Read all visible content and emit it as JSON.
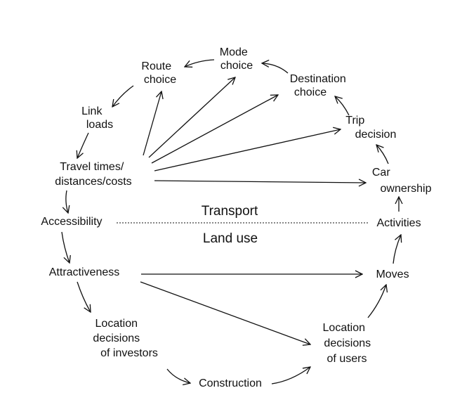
{
  "nodes": {
    "mode_choice": [
      "Mode",
      "choice"
    ],
    "route_choice": [
      "Route",
      "choice"
    ],
    "destination_choice": [
      "Destination",
      "choice"
    ],
    "link_loads": [
      "Link",
      "loads"
    ],
    "trip_decision": [
      "Trip",
      "decision"
    ],
    "travel_times": [
      "Travel times/",
      "distances/costs"
    ],
    "car_ownership": [
      "Car",
      "ownership"
    ],
    "accessibility": [
      "Accessibility"
    ],
    "activities": [
      "Activities"
    ],
    "attractiveness": [
      "Attractiveness"
    ],
    "moves": [
      "Moves"
    ],
    "location_investors": [
      "Location",
      "decisions",
      "of investors"
    ],
    "location_users": [
      "Location",
      "decisions",
      "of users"
    ],
    "construction": [
      "Construction"
    ]
  },
  "regions": {
    "transport": "Transport",
    "land_use": "Land use"
  }
}
